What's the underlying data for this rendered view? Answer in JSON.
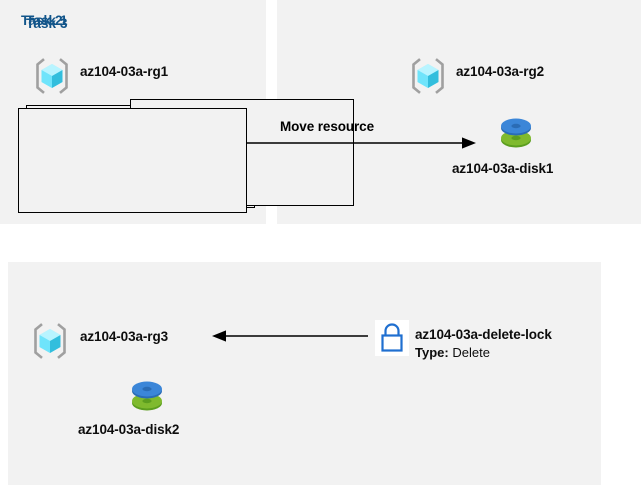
{
  "diagram": {
    "colors": {
      "panel_background": "#f2f2f2",
      "page_background": "#ffffff",
      "task_title": "#12558a",
      "box_border": "#000000",
      "arrow": "#000000",
      "lock_blue": "#1f6fd0",
      "cube_cyan": "#50e6ff",
      "cube_teal": "#32bedd",
      "bracket_grey": "#a0a0a0",
      "disk_blue": "#3b86d8",
      "disk_green": "#7fba2e"
    },
    "panels": [
      {
        "id": "task1",
        "title": "Task 1",
        "resource_group": {
          "icon": "resource-group-icon",
          "label": "az104-03a-rg1"
        },
        "resource": {
          "icon": "disk-icon",
          "label": "az104-03a-disk1"
        }
      },
      {
        "id": "task2",
        "title": "Task 2",
        "resource_group": {
          "icon": "resource-group-icon",
          "label": "az104-03a-rg2"
        },
        "resource": {
          "icon": "disk-icon",
          "label": "az104-03a-disk1"
        }
      },
      {
        "id": "task3",
        "title": "Task 3",
        "resource_group": {
          "icon": "resource-group-icon",
          "label": "az104-03a-rg3"
        },
        "resource": {
          "icon": "disk-icon",
          "label": "az104-03a-disk2"
        },
        "lock": {
          "icon": "lock-icon",
          "name": "az104-03a-delete-lock",
          "type_label": "Type:",
          "type_value": "Delete"
        }
      }
    ],
    "connectors": [
      {
        "id": "move-resource-arrow",
        "label": "Move resource",
        "direction": "right"
      },
      {
        "id": "lock-applies-arrow",
        "label": "",
        "direction": "left"
      }
    ]
  }
}
